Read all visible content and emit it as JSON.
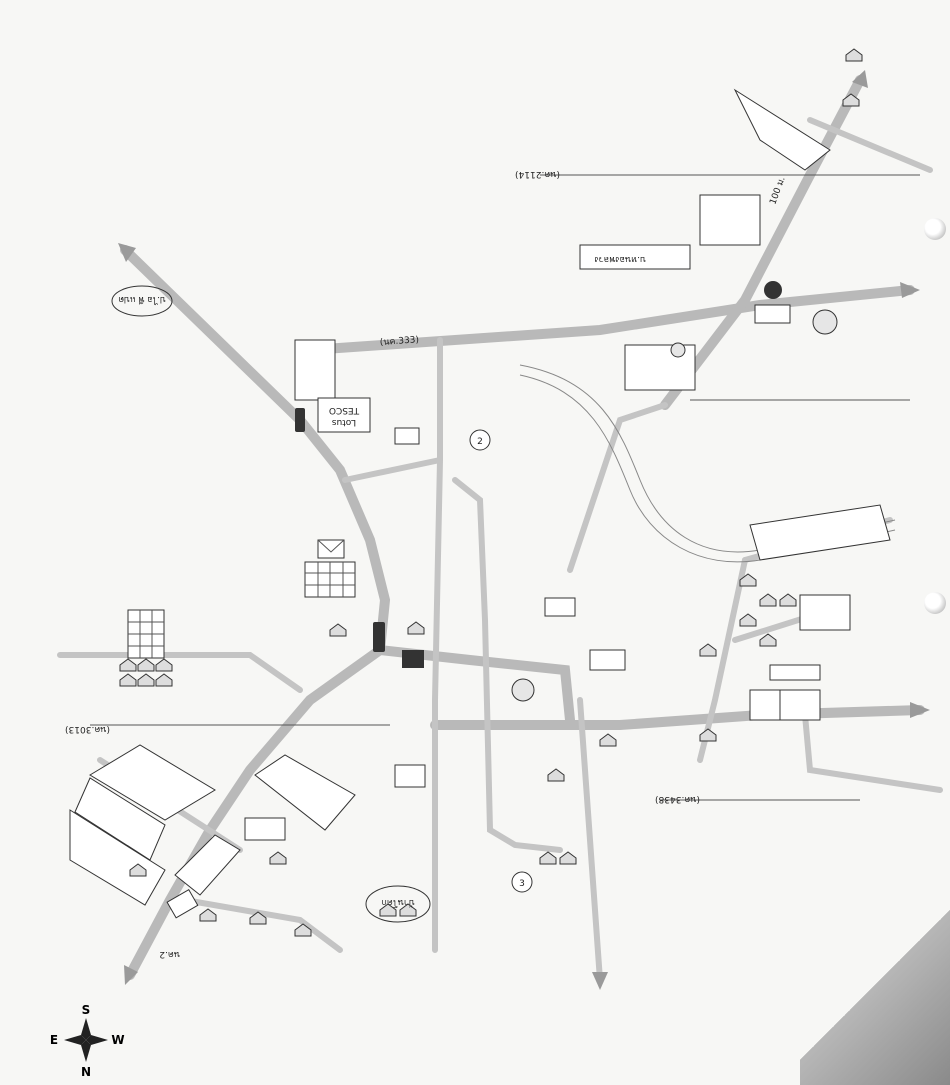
{
  "compass": {
    "north": "N",
    "south": "S",
    "east": "E",
    "west": "W"
  },
  "colors": {
    "road": "#b9b9b9",
    "background": "#f7f7f5",
    "ink": "#222222"
  },
  "scale_label": "100 ม.",
  "brands": {
    "tesco": "TESCO",
    "lotus": "Lotus"
  },
  "labels": {
    "route_3013": "(นค.3013)",
    "route_3438": "(นค.3438)",
    "route_2114": "(นค.2114)",
    "route_333": "(นค.333)",
    "place_1": "ป.ไอ พี แปด",
    "place_2": "บ้านโคก",
    "place_3": "บ.หนองพลวง",
    "num_2": "2",
    "num_3": "3",
    "route_short": "นค.2"
  },
  "icons": [
    "compass-rose-icon",
    "traffic-light-icon",
    "mail-icon",
    "temple-icon",
    "hospital-icon",
    "school-icon",
    "gas-station-icon",
    "factory-icon"
  ]
}
